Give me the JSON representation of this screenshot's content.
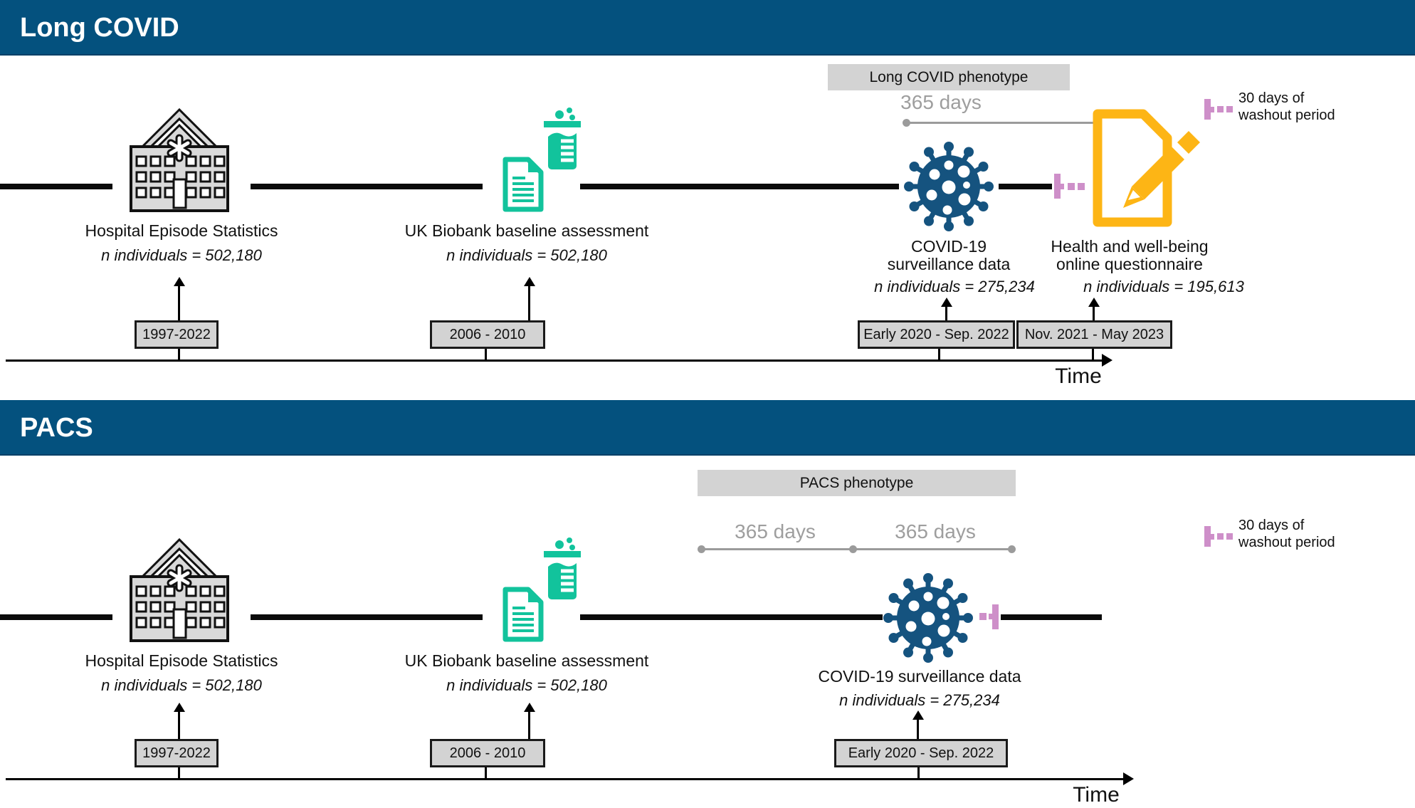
{
  "colors": {
    "banner_blue": "#04517E",
    "virus_blue": "#15537F",
    "biobank_teal": "#12C39C",
    "questionnaire_yellow": "#FDB515",
    "washout_pink": "#CE8FC9",
    "box_gray": "#D3D3D3",
    "span_gray": "#9B9B9B"
  },
  "legend": {
    "line1": "30 days of",
    "line2": "washout period"
  },
  "long_covid": {
    "banner": "Long COVID",
    "phenotype": "Long COVID phenotype",
    "span": "365 days",
    "time": "Time",
    "hospital": {
      "title": "Hospital Episode Statistics",
      "n": "n individuals = 502,180",
      "date": "1997-2022"
    },
    "biobank": {
      "title": "UK Biobank baseline assessment",
      "n": "n individuals = 502,180",
      "date": "2006 - 2010"
    },
    "covid": {
      "title1": "COVID-19",
      "title2": "surveillance data",
      "n": "n individuals = 275,234",
      "date": "Early 2020 - Sep. 2022"
    },
    "questionnaire": {
      "title1": "Health and well-being",
      "title2": "online questionnaire",
      "n": "n individuals = 195,613",
      "date": "Nov. 2021 - May 2023"
    }
  },
  "pacs": {
    "banner": "PACS",
    "phenotype": "PACS phenotype",
    "span1": "365 days",
    "span2": "365 days",
    "time": "Time",
    "hospital": {
      "title": "Hospital Episode Statistics",
      "n": "n individuals = 502,180",
      "date": "1997-2022"
    },
    "biobank": {
      "title": "UK Biobank baseline assessment",
      "n": "n individuals = 502,180",
      "date": "2006 - 2010"
    },
    "covid": {
      "title": "COVID-19 surveillance data",
      "n": "n individuals = 275,234",
      "date": "Early 2020 - Sep. 2022"
    }
  }
}
